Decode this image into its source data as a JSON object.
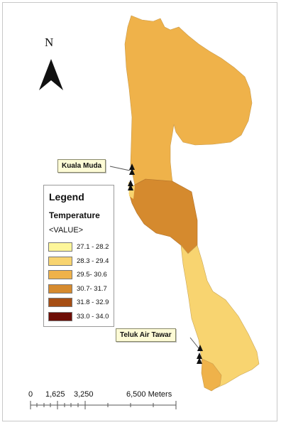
{
  "north_arrow": {
    "label": "N"
  },
  "places": [
    {
      "name": "Kuala Muda"
    },
    {
      "name": "Teluk Air Tawar"
    }
  ],
  "legend": {
    "title": "Legend",
    "subtitle": "Temperature",
    "field": "<VALUE>",
    "classes": [
      {
        "label": "27.1 - 28.2",
        "color": "#fdf69a"
      },
      {
        "label": "28.3 - 29.4",
        "color": "#f8d470"
      },
      {
        "label": "29.5- 30.6",
        "color": "#efb24a"
      },
      {
        "label": "30.7- 31.7",
        "color": "#d58a2e"
      },
      {
        "label": "31.8 - 32.9",
        "color": "#a64e14"
      },
      {
        "label": "33.0 - 34.0",
        "color": "#6e0e06"
      }
    ]
  },
  "scale_bar": {
    "labels": [
      "0",
      "1,625",
      "3,250",
      "6,500 Meters"
    ]
  }
}
